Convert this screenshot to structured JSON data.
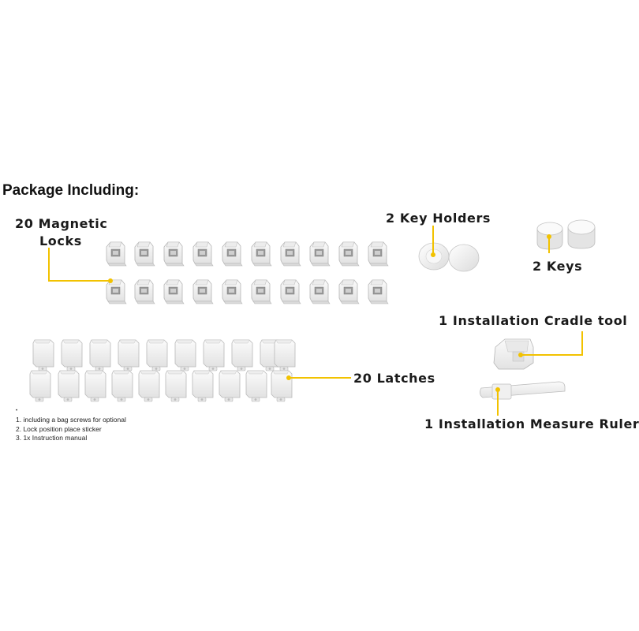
{
  "title": "Package Including:",
  "labels": {
    "magnetic_locks": "20 Magnetic\nLocks",
    "magnetic_locks_line1": "20 Magnetic",
    "magnetic_locks_line2": "Locks",
    "key_holders": "2 Key Holders",
    "keys": "2 Keys",
    "cradle_tool": "1  Installation Cradle tool",
    "latches": "20 Latches",
    "measure_ruler": "1  Installation Measure Ruler"
  },
  "notes": {
    "bullet": "•",
    "items": [
      "1. including a bag screws for optional",
      "2. Lock position place sticker",
      "3. 1x Instruction manual"
    ]
  },
  "colors": {
    "accent_line": "#f2c200",
    "part_fill": "#f4f4f4",
    "part_stroke": "#b9b9b9",
    "text": "#1a1a1a"
  }
}
